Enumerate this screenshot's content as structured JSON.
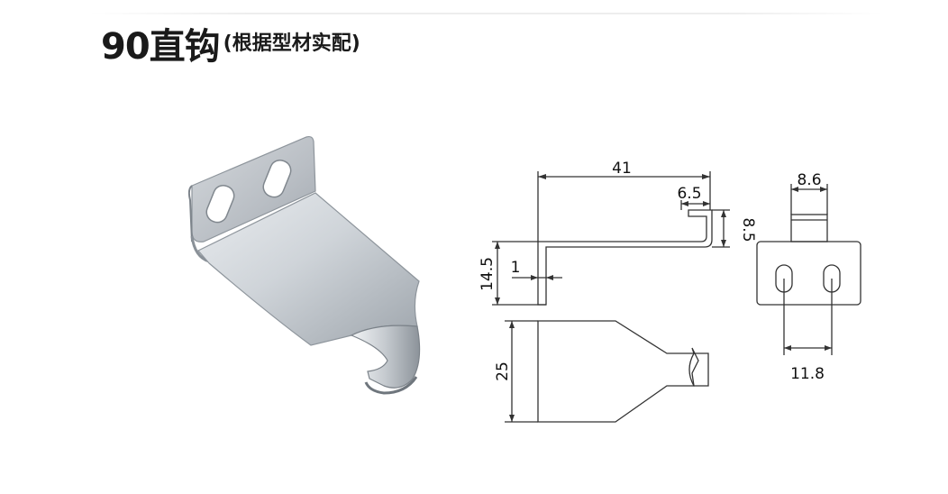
{
  "title": {
    "main": "90直钩",
    "sub": "(根据型材实配)"
  },
  "dimensions": {
    "length": "41",
    "lip": "6.5",
    "lip_height": "8.5",
    "height": "14.5",
    "thickness": "1",
    "width": "25",
    "plate_width": "8.6",
    "hole_spacing": "11.8"
  },
  "colors": {
    "metal_light": "#e4e8ec",
    "metal_dark": "#8e959c",
    "line": "#333333"
  }
}
